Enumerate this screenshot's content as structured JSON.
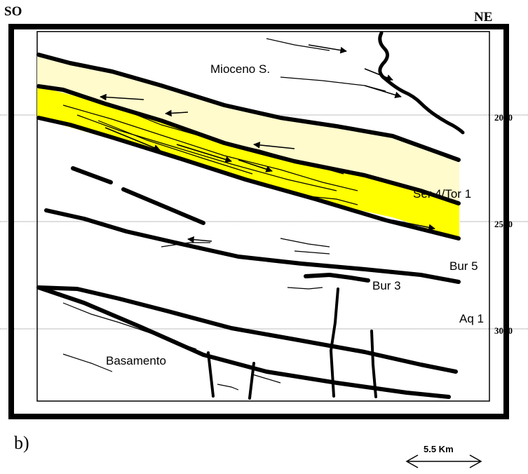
{
  "corners": {
    "left": "SO",
    "right": "NE"
  },
  "depth_ticks": [
    "2000",
    "2500",
    "3000"
  ],
  "unit_labels": {
    "miocene": "Mioceno S.",
    "ser4_tor1": "Ser 4/Tor 1",
    "bur5": "Bur 5",
    "bur3": "Bur 3",
    "aq1": "Aq 1",
    "basement": "Basamento"
  },
  "panel_label": "b)",
  "scale_bar": "5.5 Km",
  "colors": {
    "upper_fill": "#fffbcc",
    "lower_fill": "#ffff00",
    "ink": "#000000"
  }
}
